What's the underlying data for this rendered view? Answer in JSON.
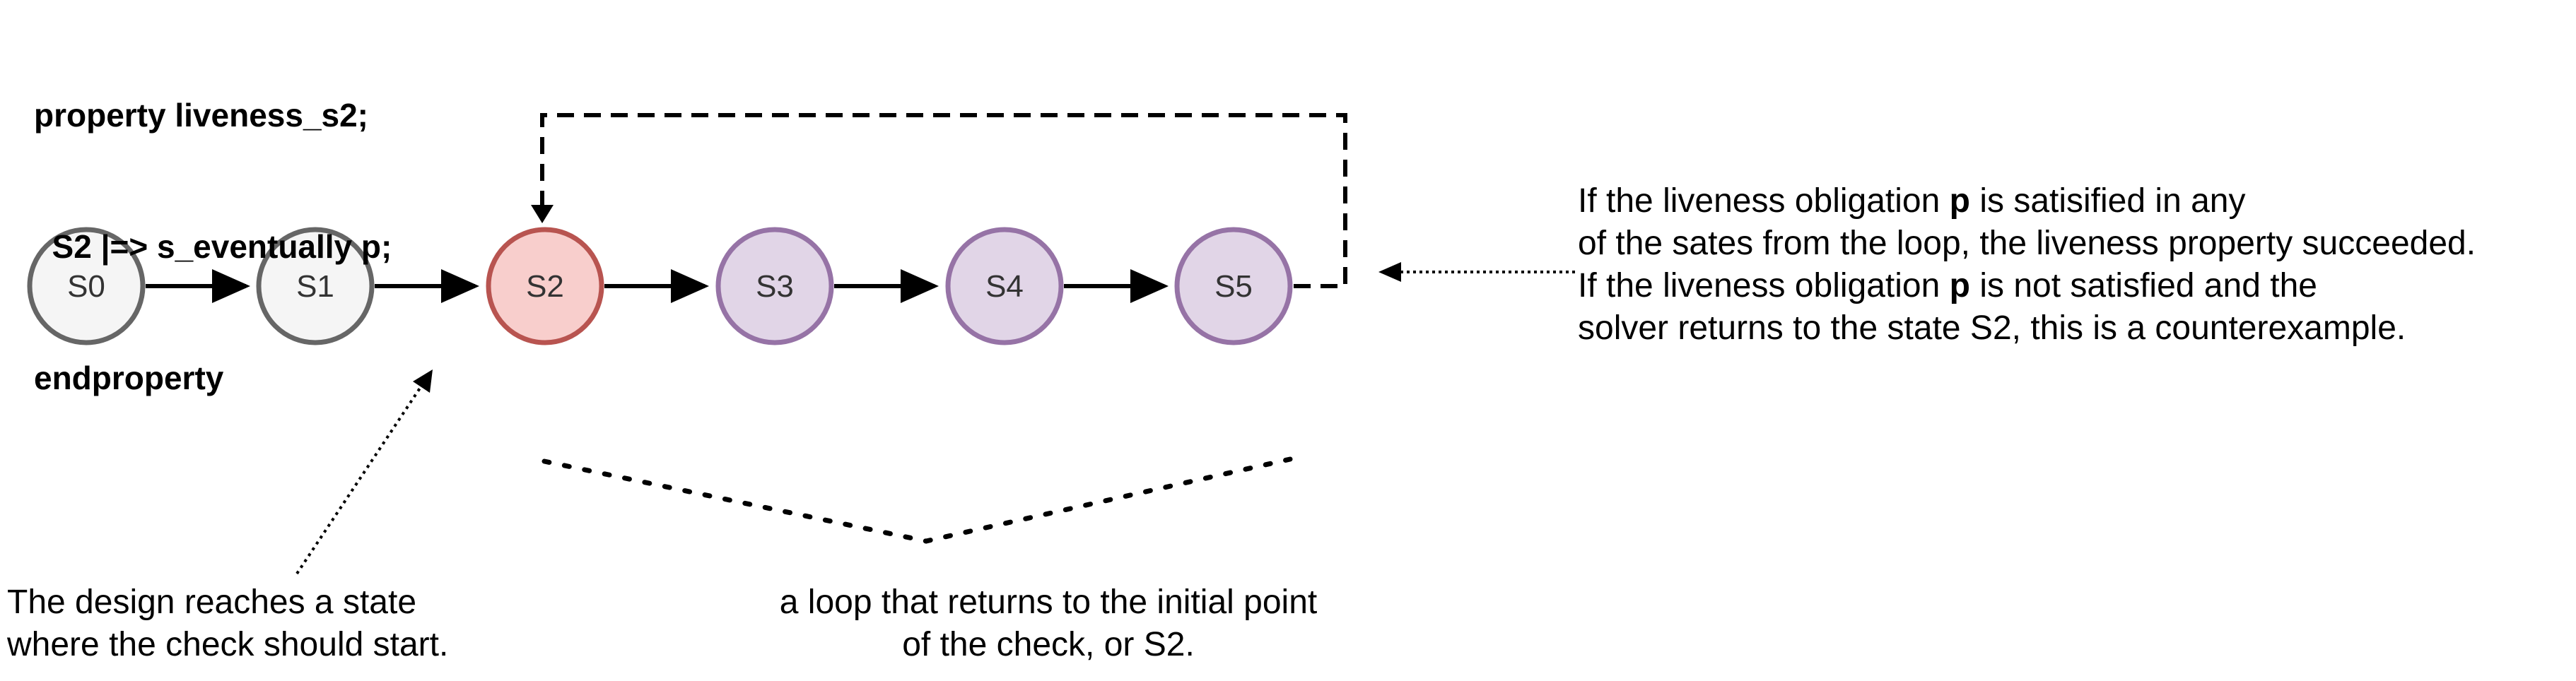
{
  "code": {
    "line1": "property liveness_s2;",
    "line2": "  S2 |=> s_eventually p;",
    "line3": "endproperty"
  },
  "states": [
    {
      "id": "S0",
      "label": "S0",
      "fill": "#f5f5f5",
      "stroke": "#666666"
    },
    {
      "id": "S1",
      "label": "S1",
      "fill": "#f5f5f5",
      "stroke": "#666666"
    },
    {
      "id": "S2",
      "label": "S2",
      "fill": "#f8cecc",
      "stroke": "#b85450"
    },
    {
      "id": "S3",
      "label": "S3",
      "fill": "#e1d5e7",
      "stroke": "#9673a6"
    },
    {
      "id": "S4",
      "label": "S4",
      "fill": "#e1d5e7",
      "stroke": "#9673a6"
    },
    {
      "id": "S5",
      "label": "S5",
      "fill": "#e1d5e7",
      "stroke": "#9673a6"
    }
  ],
  "right_note": {
    "line1_pre": "If the liveness obligation ",
    "line1_bold": "p",
    "line1_post": " is satisified in any",
    "line2": "of the sates from the loop, the liveness property succeeded.",
    "line3_pre": "If the liveness obligation ",
    "line3_bold": "p",
    "line3_post": " is not satisfied and the",
    "line4": "solver returns to the state S2, this is a counterexample."
  },
  "left_note": {
    "line1": "The design reaches a state",
    "line2": "where the check should start."
  },
  "loop_note": {
    "line1": "a loop that returns to the initial point",
    "line2": "of the check, or S2."
  }
}
